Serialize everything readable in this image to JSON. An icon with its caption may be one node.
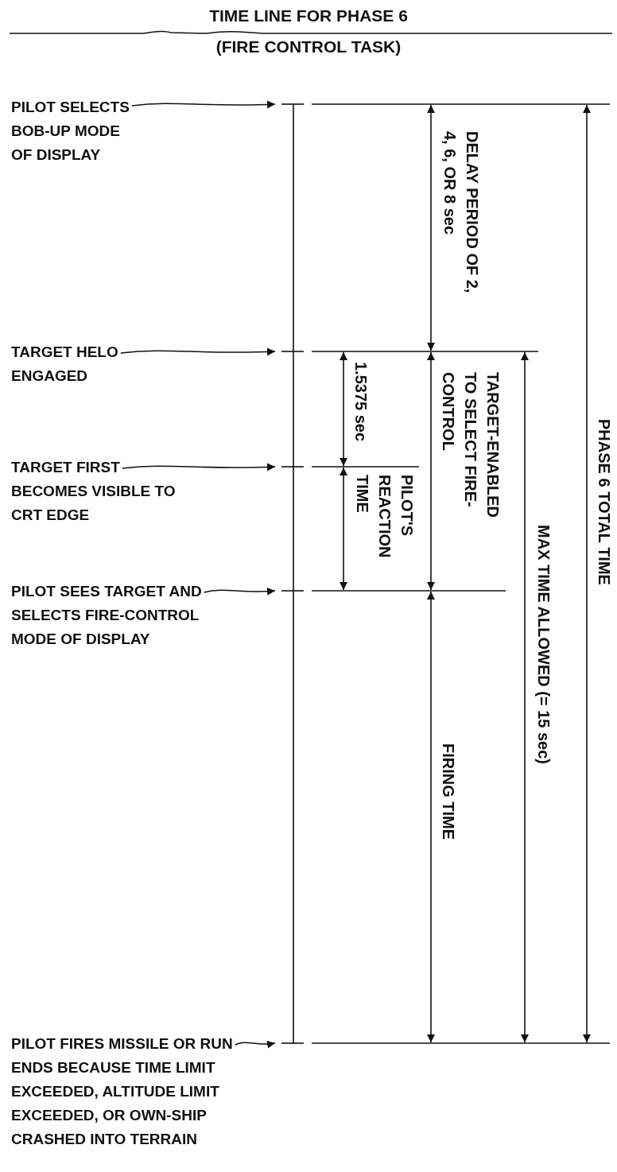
{
  "diagram": {
    "title": "TIME LINE FOR PHASE 6",
    "nodes": [
      {
        "text": [
          "PILOT SELECTS BOB-UP MODE OF DISPLAY"
        ]
      },
      {
        "text": [
          "TARGET HELO ENGAGED"
        ]
      },
      {
        "text": [
          "TARGET FIRST BECOMES VISIBLE TO CRT EDGE"
        ]
      },
      {
        "text": [
          "PILOT SEES TARGET AND SELECTS FIRE-CONTROL MODE OF DISPLAY"
        ]
      },
      {
        "text": [
          "PILOT FIRES MISSILE OR RUN ENDS BECAUSE TIME LIMIT EXCEEDED, ALTITUDE LIMIT EXCEEDED, OR OWN-SHIP CRASHED INTO TERRAIN"
        ]
      }
    ],
    "edges": [
      {
        "from": 0,
        "to": null,
        "arrow": "to"
      },
      {
        "from": 1,
        "to": null,
        "arrow": "to"
      },
      {
        "from": 2,
        "to": null,
        "arrow": "to"
      },
      {
        "from": 3,
        "to": null,
        "arrow": "to"
      },
      {
        "from": 4,
        "to": null,
        "arrow": "to"
      }
    ],
    "labels": [
      "(FIRE CONTROL TASK)",
      "DELAY PERIOD OF 2, 4, 6, OR 8 sec",
      "1.5375 sec",
      "TARGET-ENABLED TO SELECT FIRE-CONTROL",
      "PHASE 6 TOTAL TIME",
      "PILOT'S REACTION TIME",
      "MAX TIME ALLOWED (= 15 sec)",
      "FIRING TIME"
    ]
  }
}
